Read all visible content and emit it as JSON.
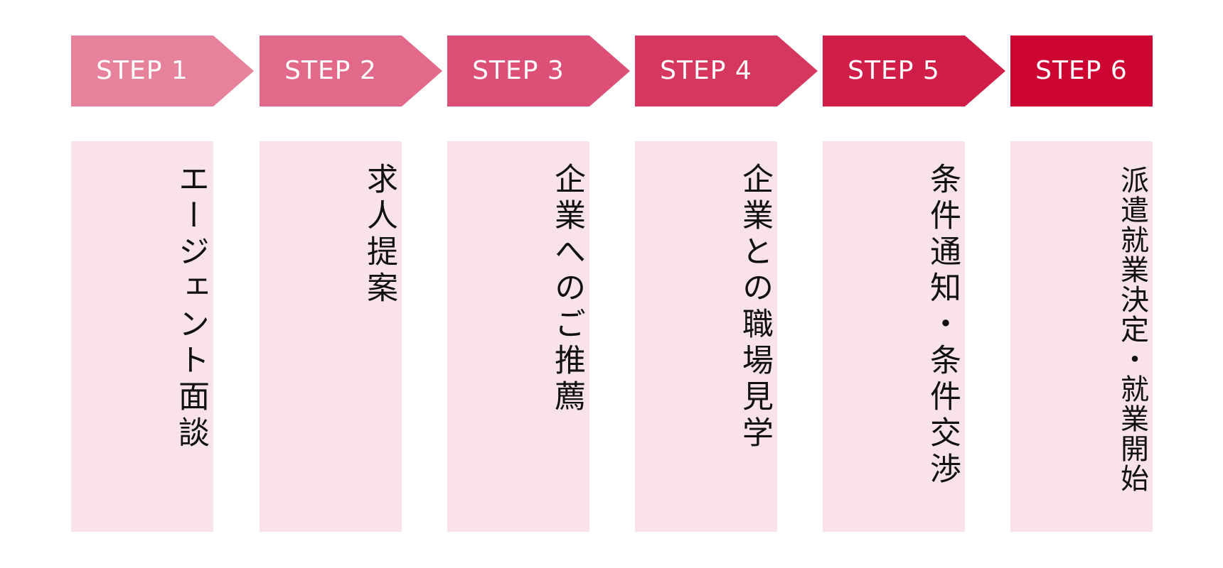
{
  "steps": [
    {
      "label": "STEP 1",
      "text": "エージェント面談",
      "color": "#e6829b"
    },
    {
      "label": "STEP 2",
      "text": "求人提案",
      "color": "#e2698a"
    },
    {
      "label": "STEP 3",
      "text": "企業へのご推薦",
      "color": "#dc4f76"
    },
    {
      "label": "STEP 4",
      "text": "企業との職場見学",
      "color": "#d6375f"
    },
    {
      "label": "STEP 5",
      "text": "条件通知・条件交渉",
      "color": "#d11e49"
    },
    {
      "label": "STEP 6",
      "text": "派遣就業決定・就業開始",
      "color": "#cd0332"
    }
  ],
  "box_color": "#f9e3e9"
}
